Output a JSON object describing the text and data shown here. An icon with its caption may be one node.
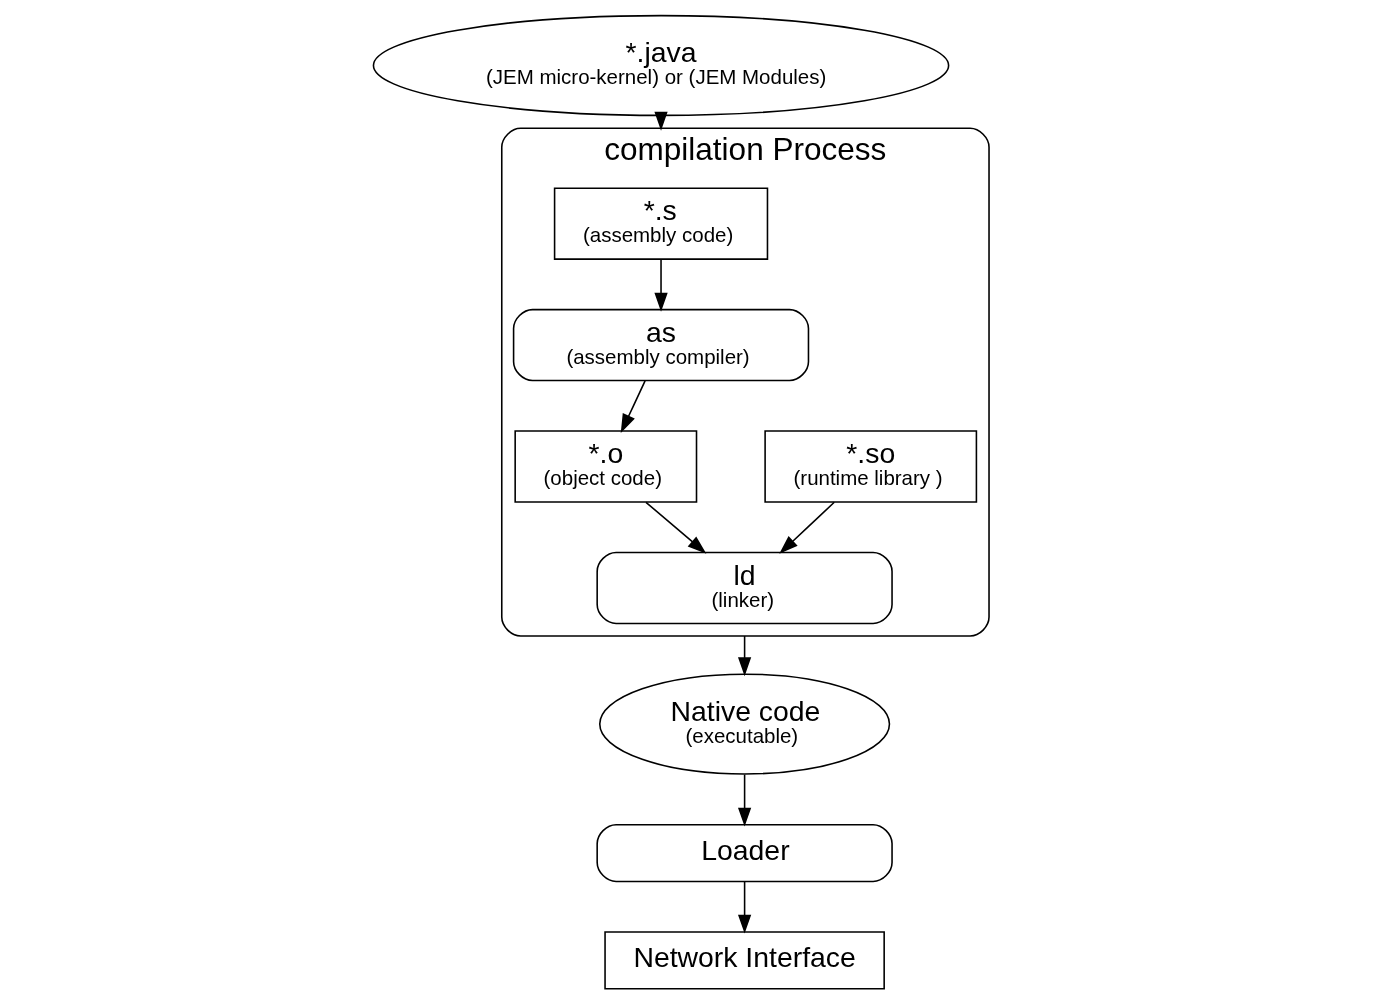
{
  "diagram": {
    "nodes": [
      {
        "text": [
          "*.java",
          "(JEM micro-kernel) or (JEM Modules)"
        ]
      },
      {
        "text": [
          "compilation Process"
        ]
      },
      {
        "text": [
          "*.s",
          "(assembly code)"
        ],
        "in": 1
      },
      {
        "text": [
          "as",
          "(assembly compiler)"
        ],
        "in": 1
      },
      {
        "text": [
          "*.o",
          "(object code)"
        ],
        "in": 1
      },
      {
        "text": [
          "*.so",
          "(runtime library )"
        ],
        "in": 1
      },
      {
        "text": [
          "ld",
          "(linker)"
        ],
        "in": 1
      },
      {
        "text": [
          "Native code",
          "(executable)"
        ]
      },
      {
        "text": [
          "Loader"
        ]
      },
      {
        "text": [
          "Network Interface"
        ]
      }
    ],
    "edges": [
      {
        "from": 0,
        "to": 1,
        "arrow": "to"
      },
      {
        "from": 2,
        "to": 3,
        "arrow": "to"
      },
      {
        "from": 3,
        "to": 4,
        "arrow": "to"
      },
      {
        "from": 4,
        "to": 6,
        "arrow": "to"
      },
      {
        "from": 5,
        "to": 6,
        "arrow": "to"
      },
      {
        "from": 1,
        "to": 7,
        "arrow": "to"
      },
      {
        "from": 7,
        "to": 8,
        "arrow": "to"
      },
      {
        "from": 8,
        "to": 9,
        "arrow": "to"
      }
    ]
  }
}
